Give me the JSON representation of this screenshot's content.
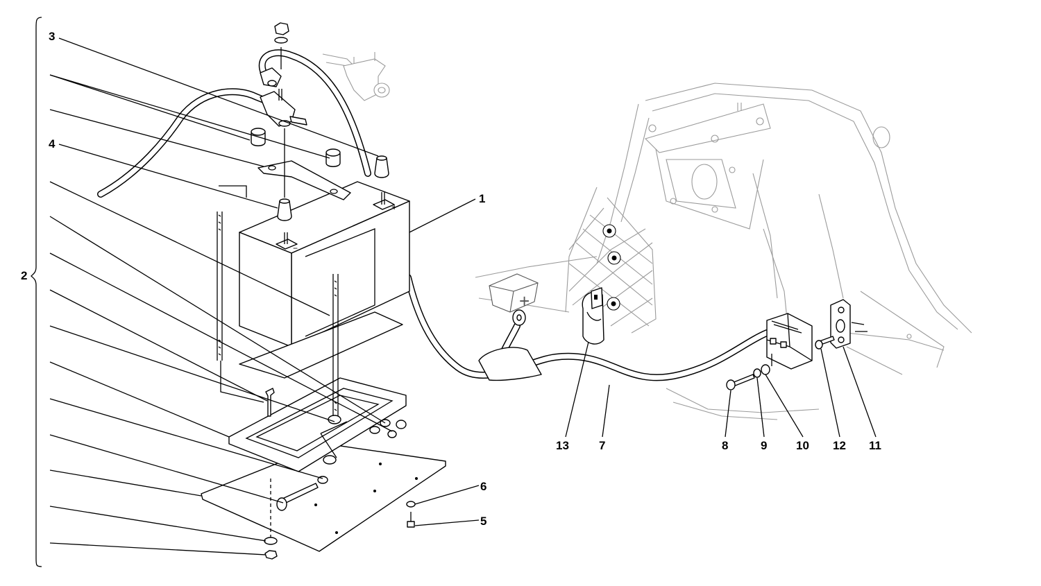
{
  "callouts": {
    "c1": "1",
    "c2": "2",
    "c3": "3",
    "c4": "4",
    "c5": "5",
    "c6": "6",
    "c7": "7",
    "c8": "8",
    "c9": "9",
    "c10": "10",
    "c11": "11",
    "c12": "12",
    "c13": "13"
  },
  "battery_marks": {
    "positive": "+",
    "negative": "−",
    "fuse_box_plus": "+"
  }
}
